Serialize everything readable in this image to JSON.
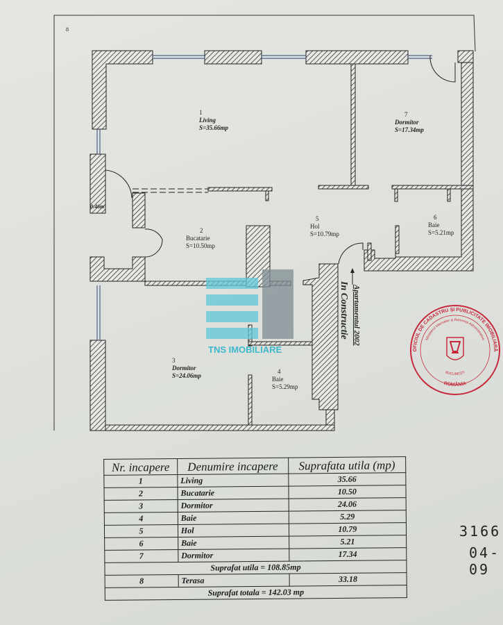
{
  "plan": {
    "terrace_number": "8",
    "dimension": "0.46m",
    "rooms": [
      {
        "number": "1",
        "name": "Living",
        "area": "S=35.66mp"
      },
      {
        "number": "2",
        "name": "Bucatarie",
        "area": "S=10.50mp"
      },
      {
        "number": "3",
        "name": "Dormitor",
        "area": "S=24.06mp"
      },
      {
        "number": "4",
        "name": "Baie",
        "area": "S=5.29mp"
      },
      {
        "number": "5",
        "name": "Hol",
        "area": "S=10.79mp"
      },
      {
        "number": "6",
        "name": "Baie",
        "area": "S=5.21mp"
      },
      {
        "number": "7",
        "name": "Dormitor",
        "area": "S=17.34mp"
      }
    ],
    "neighbor_line1": "Apartamentul 2002",
    "neighbor_line2": "In Constructie"
  },
  "watermark": "TNS IMOBILIARE",
  "stamp": {
    "outer_text": "OFICIUL DE CADASTRU ȘI PUBLICITATE IMOBILIARĂ",
    "inner_text": "BUCUREȘTI",
    "bottom_text": "ROMÂNIA",
    "ministry": "Ministerul Internelor și Reformei Administrative",
    "color": "#c8283c"
  },
  "table": {
    "headers": [
      "Nr. incapere",
      "Denumire incapere",
      "Suprafata utila (mp)"
    ],
    "rows": [
      {
        "nr": "1",
        "name": "Living",
        "area": "35.66"
      },
      {
        "nr": "2",
        "name": "Bucatarie",
        "area": "10.50"
      },
      {
        "nr": "3",
        "name": "Dormitor",
        "area": "24.06"
      },
      {
        "nr": "4",
        "name": "Baie",
        "area": "5.29"
      },
      {
        "nr": "5",
        "name": "Hol",
        "area": "10.79"
      },
      {
        "nr": "6",
        "name": "Baie",
        "area": "5.21"
      },
      {
        "nr": "7",
        "name": "Dormitor",
        "area": "17.34"
      }
    ],
    "subtotal": "Suprafat utila = 108.85mp",
    "terrace": {
      "nr": "8",
      "name": "Terasa",
      "area": "33.18"
    },
    "total": "Suprafat totala = 142.03 mp"
  },
  "reference": {
    "number": "3166",
    "date": "04-09"
  }
}
